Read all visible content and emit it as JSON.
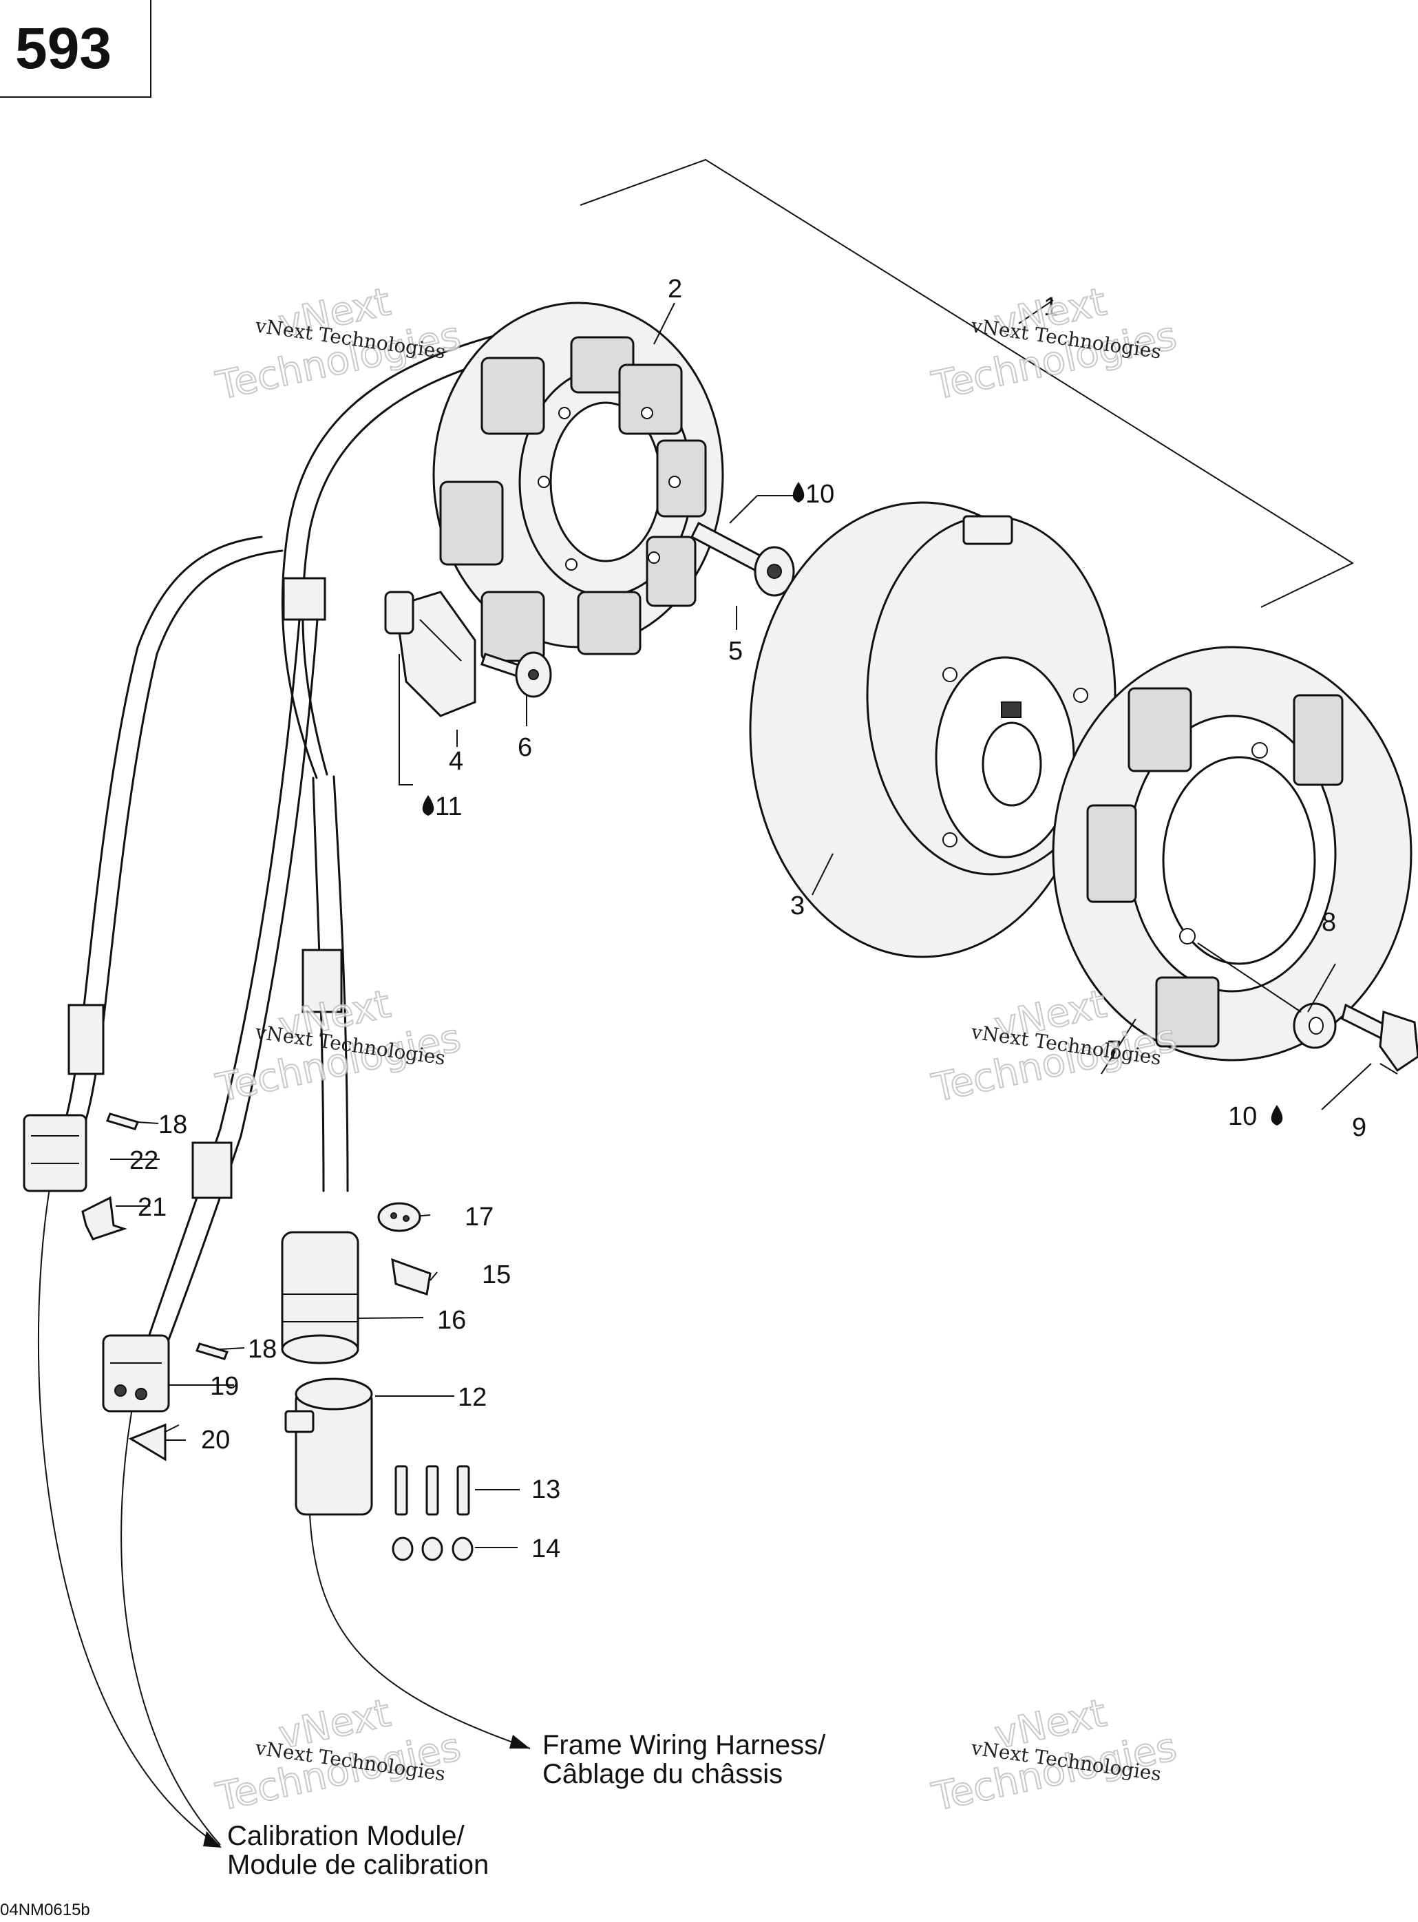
{
  "page_number": "593",
  "drawing_code": "04NM0615b",
  "watermark": {
    "line1": "vNext Technologies",
    "line2": "vNext",
    "line3": "Technologies"
  },
  "callouts": {
    "c1": "1",
    "c2": "2",
    "c3": "3",
    "c4": "4",
    "c5": "5",
    "c6": "6",
    "c7": "7",
    "c8": "8",
    "c9": "9",
    "c10a": "10",
    "c10b": "10",
    "c11": "11",
    "c12": "12",
    "c13": "13",
    "c14": "14",
    "c15": "15",
    "c16": "16",
    "c17": "17",
    "c18a": "18",
    "c18b": "18",
    "c19": "19",
    "c20": "20",
    "c21": "21",
    "c22": "22"
  },
  "destinations": {
    "frame_harness_en": "Frame Wiring Harness/",
    "frame_harness_fr": "Câblage du châssis",
    "calibration_en": "Calibration Module/",
    "calibration_fr": "Module de calibration"
  },
  "icons": [
    "drop-icon"
  ]
}
